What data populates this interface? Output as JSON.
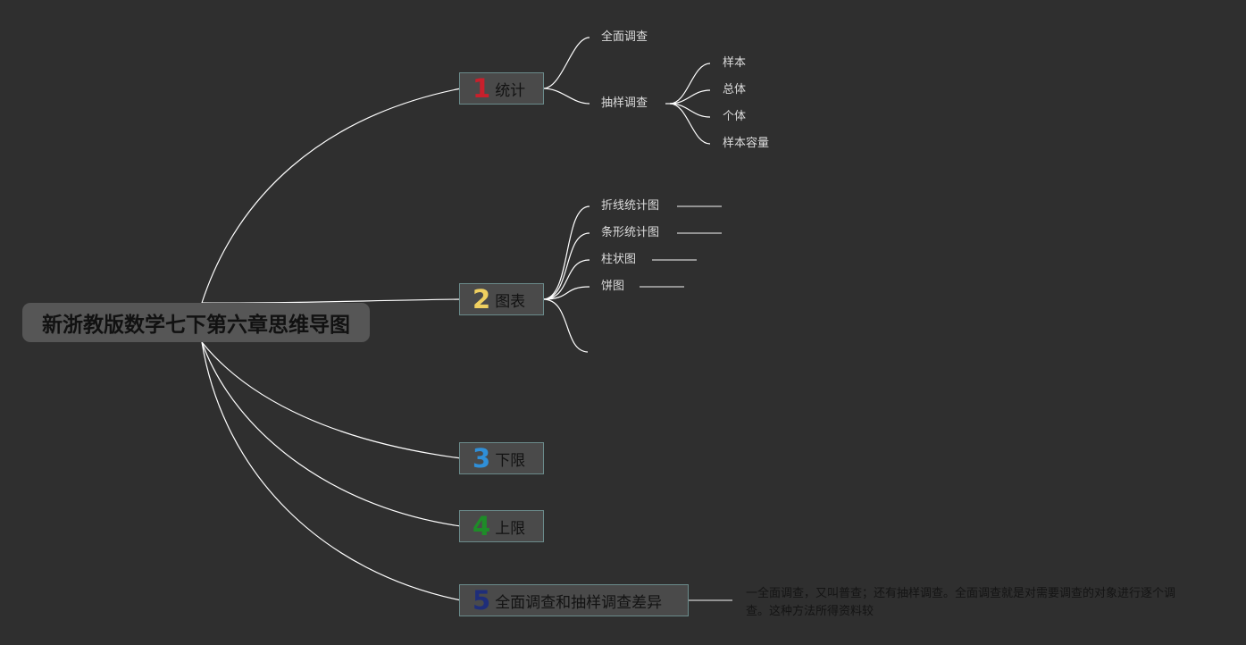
{
  "root": {
    "title": "新浙教版数学七下第六章思维导图"
  },
  "branches": [
    {
      "number": "1",
      "label": "统计",
      "color": "#c8202c"
    },
    {
      "number": "2",
      "label": "图表",
      "color": "#f0d060"
    },
    {
      "number": "3",
      "label": "下限",
      "color": "#2f8fd8"
    },
    {
      "number": "4",
      "label": "上限",
      "color": "#1e8c28"
    },
    {
      "number": "5",
      "label": "全面调查和抽样调查差异",
      "color": "#1f2e7a"
    }
  ],
  "stats": {
    "full_survey": "全面调查",
    "sample_survey": "抽样调查",
    "sample_children": [
      "样本",
      "总体",
      "个体",
      "样本容量"
    ]
  },
  "charts": {
    "items": [
      "折线统计图",
      "条形统计图",
      "柱状图",
      "饼图"
    ]
  },
  "difference_note": "一全面调查，又叫普查；还有抽样调查。全面调查就是对需要调查的对象进行逐个调查。这种方法所得资料较",
  "colors": {
    "background": "#2f2f2f",
    "connector": "#ffffff"
  }
}
